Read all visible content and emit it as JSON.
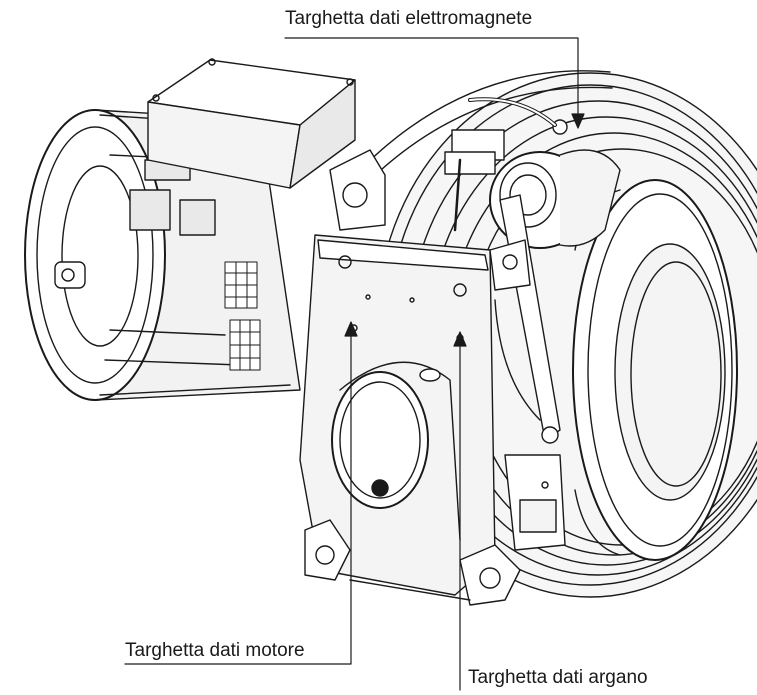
{
  "labels": {
    "electromagnet": "Targhetta dati elettromagnete",
    "motor": "Targhetta dati motore",
    "winch": "Targhetta dati argano"
  },
  "colors": {
    "line": "#1a1a1a",
    "shade": "#e9e9e9",
    "light": "#f6f6f6",
    "background": "#ffffff"
  }
}
